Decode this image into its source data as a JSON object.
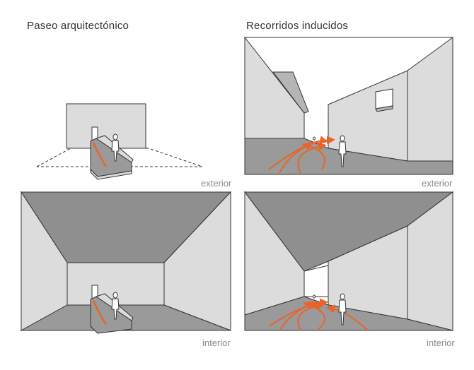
{
  "titles": {
    "left": "Paseo arquitectónico",
    "right": "Recorridos inducidos"
  },
  "tags": {
    "top_left": "",
    "top_right": "exterior",
    "bottom_left": "interior",
    "bottom_right": "interior",
    "top_left_lower": "exterior"
  },
  "colors": {
    "wall": "#dcdcdc",
    "wall_dark": "#b5b5b5",
    "floor": "#9a9a9a",
    "ceiling": "#8f8f8f",
    "line": "#333333",
    "path": "#e8642a"
  }
}
